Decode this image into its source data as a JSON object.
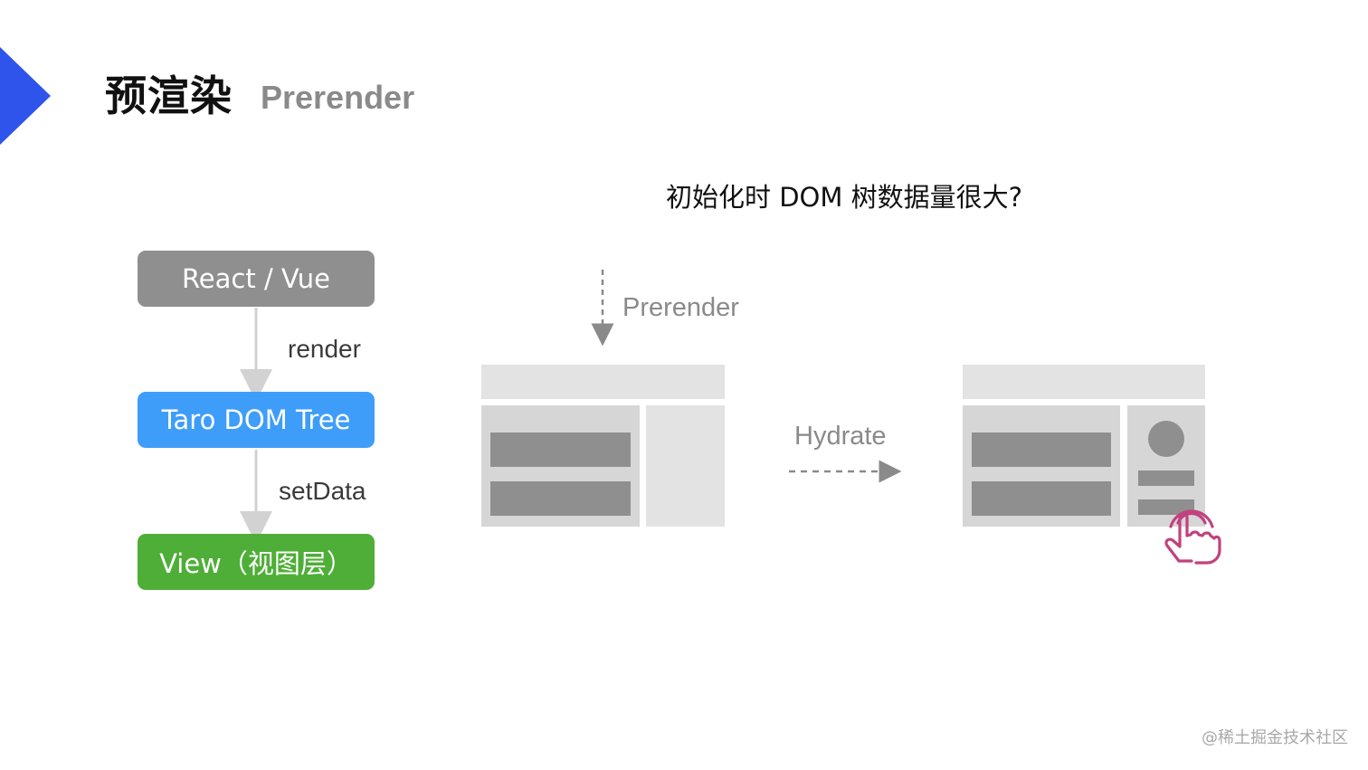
{
  "header": {
    "title": "预渲染",
    "subtitle": "Prerender"
  },
  "question": "初始化时 DOM 树数据量很大?",
  "flow": {
    "nodes": [
      {
        "label": "React / Vue",
        "color": "#8f8f8f"
      },
      {
        "label": "Taro DOM Tree",
        "color": "#3f9dfa"
      },
      {
        "label": "View（视图层）",
        "color": "#4fae37"
      }
    ],
    "edges": [
      {
        "label": "render"
      },
      {
        "label": "setData"
      }
    ]
  },
  "illustration": {
    "prerender_label": "Prerender",
    "hydrate_label": "Hydrate",
    "icons": [
      "page-skeleton-icon",
      "page-skeleton-interactive-icon",
      "tap-hand-icon"
    ]
  },
  "watermark": "@稀土掘金技术社区",
  "colors": {
    "accent": "#2f54eb",
    "skeleton_light": "#e3e3e3",
    "skeleton_panel": "#d6d6d6",
    "skeleton_bar": "#8f8f8f",
    "hand": "#c2417e",
    "arrow": "#d2d2d2"
  }
}
